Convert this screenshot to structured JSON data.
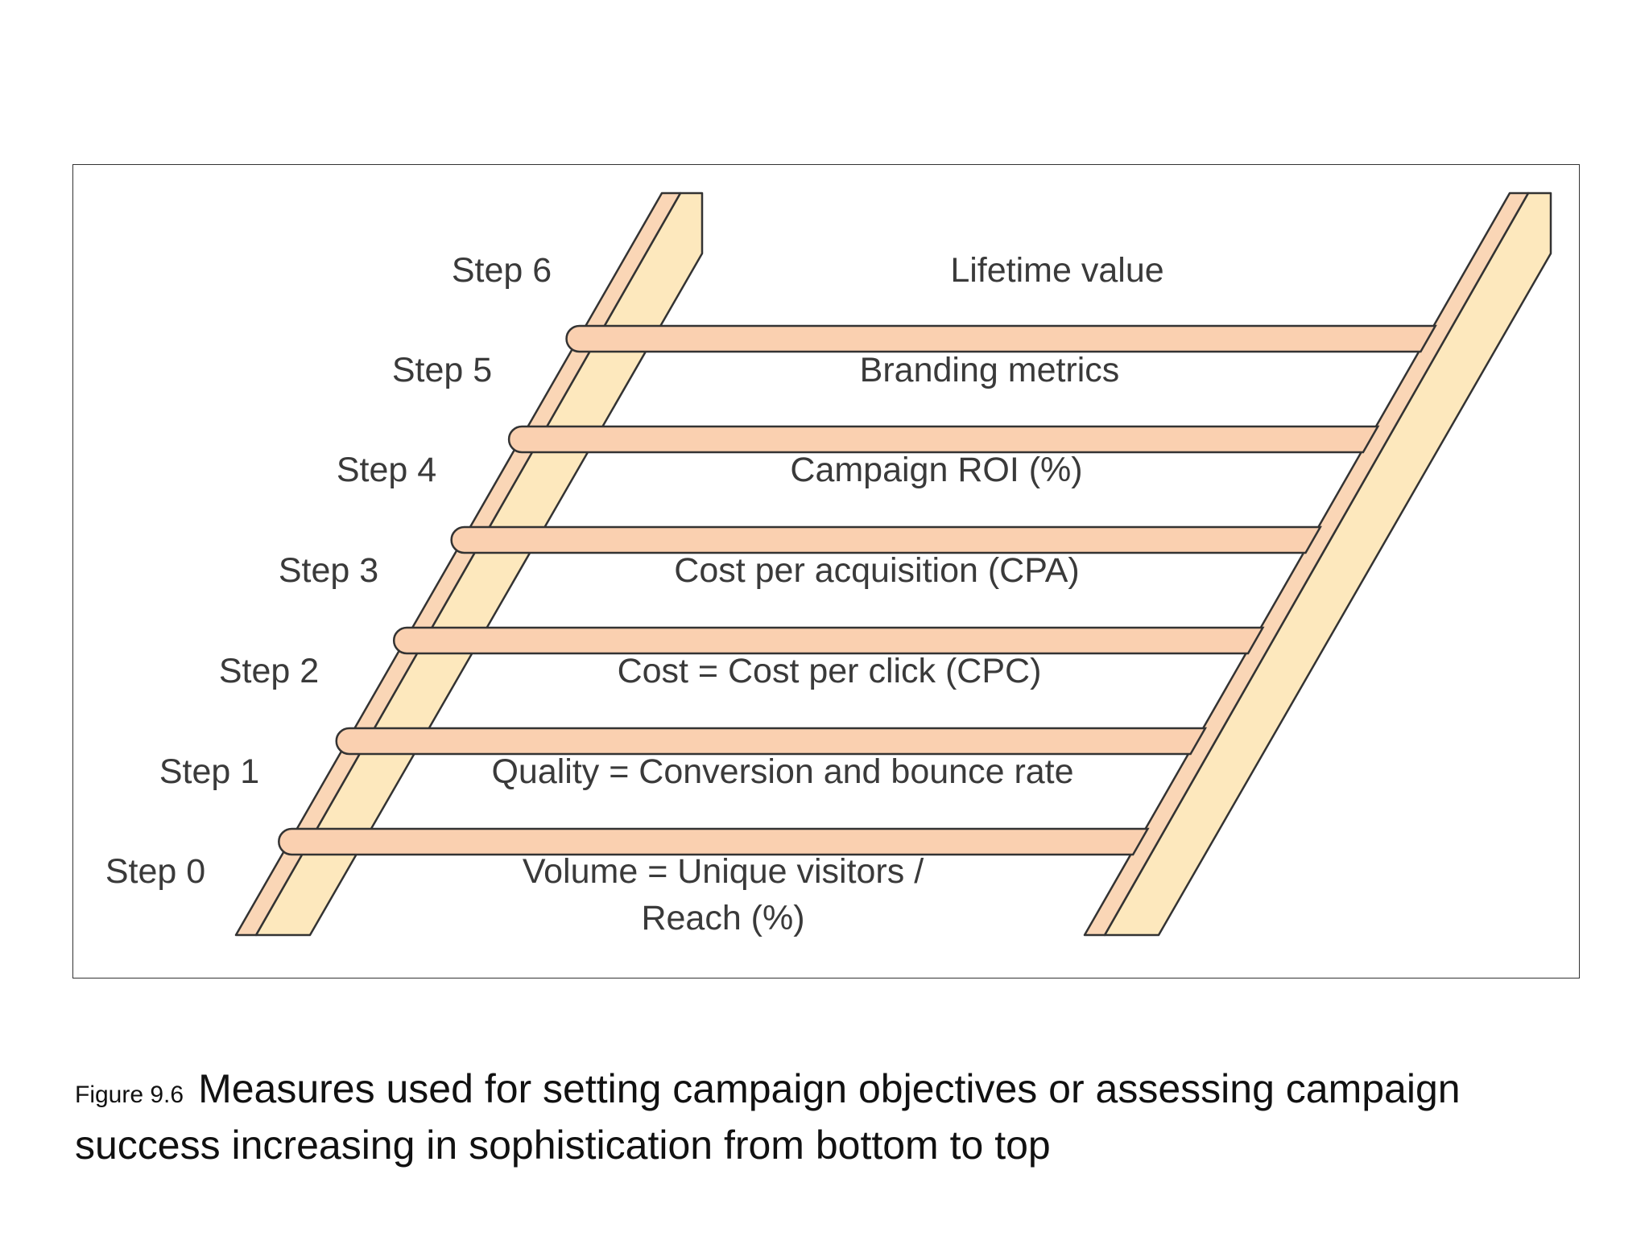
{
  "diagram": {
    "steps": [
      {
        "step": "Step 0",
        "measure_lines": [
          "Volume = Unique visitors /",
          "Reach (%)"
        ]
      },
      {
        "step": "Step 1",
        "measure_lines": [
          "Quality = Conversion and bounce rate"
        ]
      },
      {
        "step": "Step 2",
        "measure_lines": [
          "Cost = Cost per click (CPC)"
        ]
      },
      {
        "step": "Step 3",
        "measure_lines": [
          "Cost per acquisition (CPA)"
        ]
      },
      {
        "step": "Step 4",
        "measure_lines": [
          "Campaign ROI (%)"
        ]
      },
      {
        "step": "Step 5",
        "measure_lines": [
          "Branding metrics"
        ]
      },
      {
        "step": "Step 6",
        "measure_lines": [
          "Lifetime value"
        ]
      }
    ],
    "colors": {
      "rail_front": "#fad6b6",
      "rail_side": "#fde8bd",
      "rung": "#fad0b0",
      "outline": "#333333",
      "text": "#3a3a3a"
    }
  },
  "caption": {
    "figure_label": "Figure 9.6",
    "text": "Measures used for setting campaign objectives or assessing campaign success increasing in sophistication from bottom to top"
  }
}
